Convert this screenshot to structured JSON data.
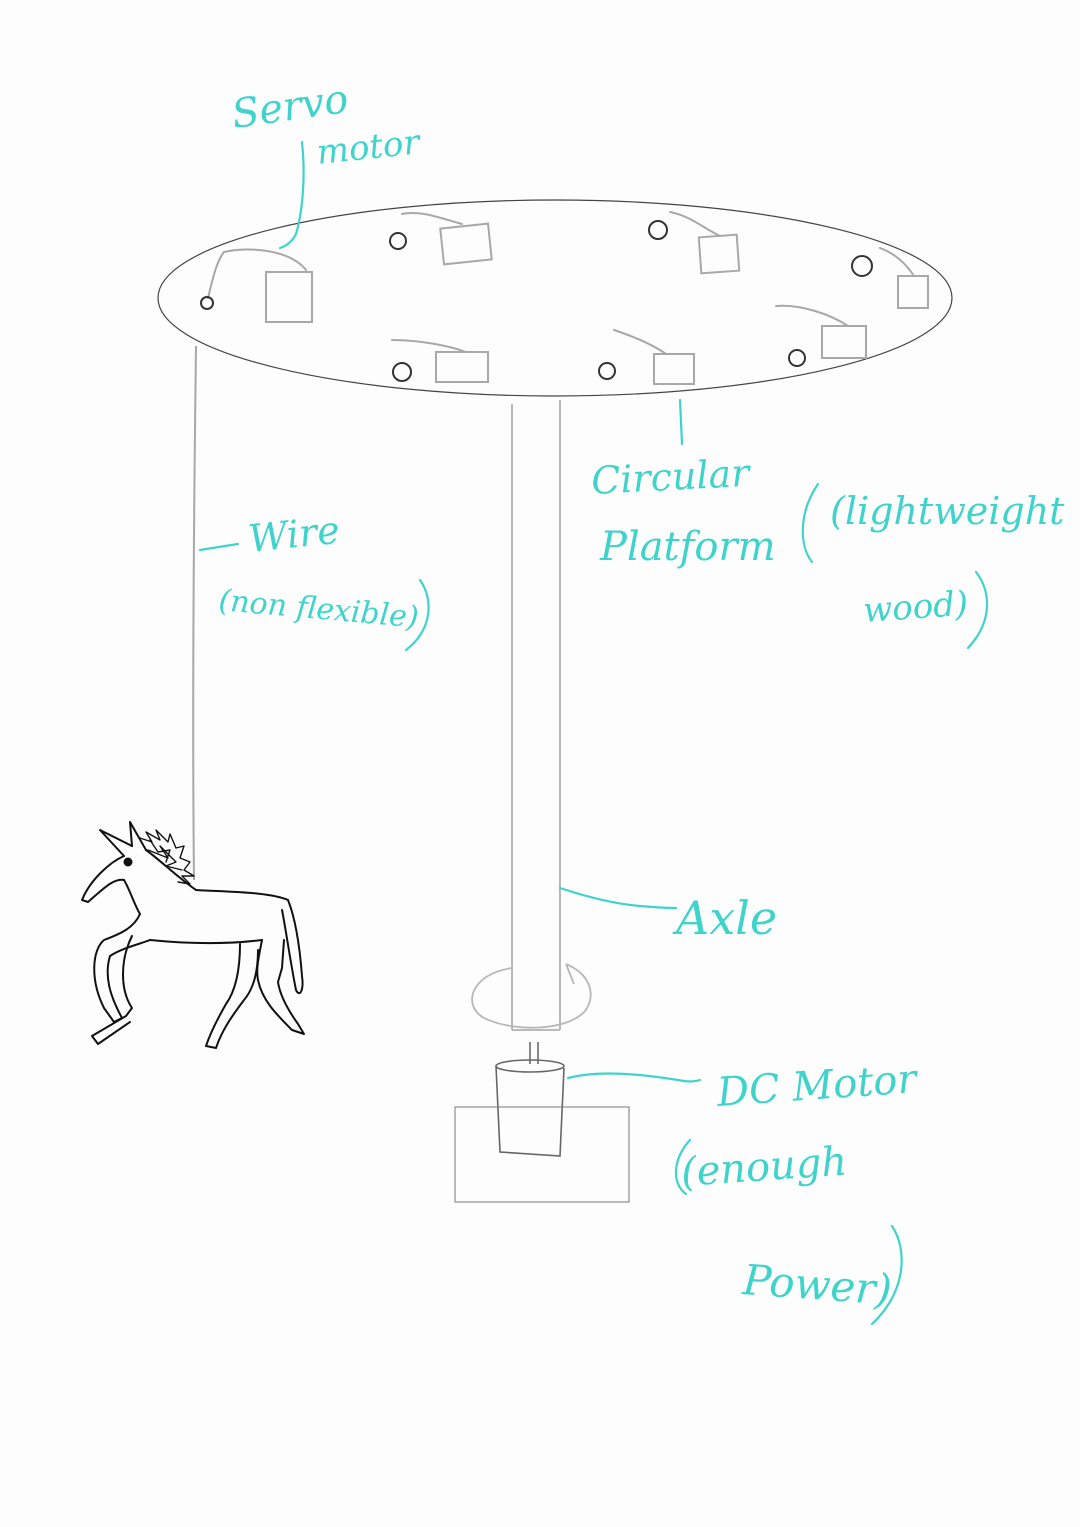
{
  "colors": {
    "annotation": "#3fd3cc",
    "structure": "#9a9a9a",
    "horse": "#111111",
    "background": "#fdfdfd"
  },
  "labels": {
    "servo_line1": "Servo",
    "servo_line2": "motor",
    "wire_line1": "Wire",
    "wire_line2": "(non flexible)",
    "platform_line1": "Circular",
    "platform_line2": "Platform",
    "platform_paren_line1": "(lightweight",
    "platform_paren_line2": "wood)",
    "axle": "Axle",
    "dc_line1": "DC Motor",
    "dc_line2": "(enough",
    "dc_line3": "Power)"
  }
}
